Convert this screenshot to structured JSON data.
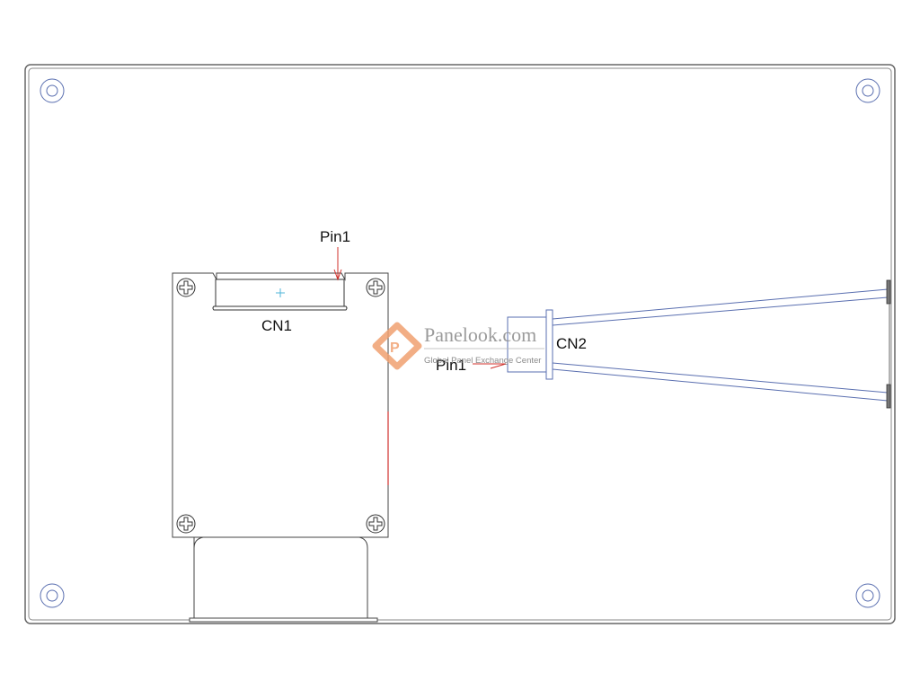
{
  "diagram": {
    "title": "Panel rear view connector layout",
    "connectors": [
      {
        "id": "CN1",
        "label": "CN1",
        "pin_label": "Pin1"
      },
      {
        "id": "CN2",
        "label": "CN2",
        "pin_label": "Pin1"
      }
    ],
    "watermark": {
      "title": "Panelook.com",
      "subtitle": "Global Panel Exchange Center"
    },
    "colors": {
      "outline": "#555555",
      "mount_hole": "#5a6fb0",
      "pin_arrow": "#d0302b",
      "cable": "#5a6fb0",
      "crosshair": "#4fb6d8",
      "watermark_logo": "#f0a070"
    }
  }
}
